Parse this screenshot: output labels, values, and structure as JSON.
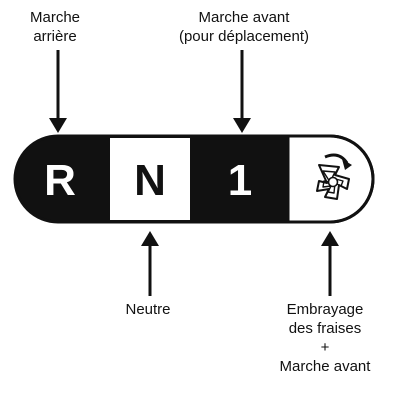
{
  "labels": {
    "reverse": [
      "Marche",
      "arrière"
    ],
    "forward": [
      "Marche avant",
      "(pour déplacement)"
    ],
    "neutral": [
      "Neutre"
    ],
    "engage": [
      "Embrayage",
      "des fraises",
      "+",
      "Marche avant"
    ]
  },
  "positions": {
    "reverse": "R",
    "neutral": "N",
    "first": "1"
  },
  "icons": {
    "engage": "tiller-tines-icon"
  },
  "colors": {
    "dark": "#111111",
    "light": "#ffffff"
  }
}
